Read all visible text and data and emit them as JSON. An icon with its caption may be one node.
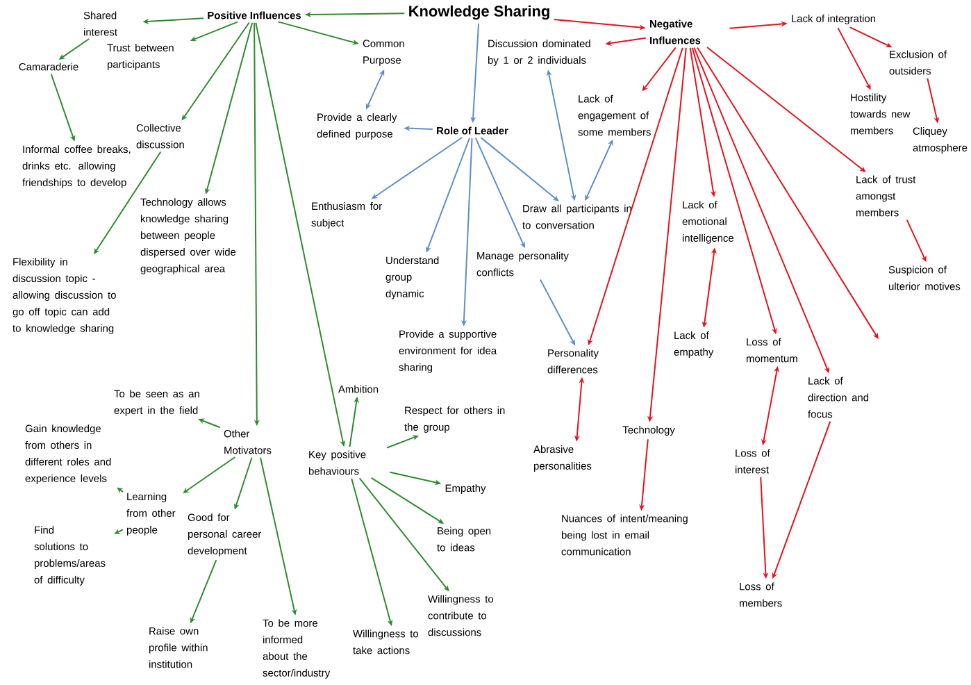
{
  "diagram": {
    "nodes": [
      {
        "text": [
          "Knowledge Sharing"
        ]
      },
      {
        "text": [
          "Positive Influences"
        ]
      },
      {
        "text": [
          "Shared interest"
        ]
      },
      {
        "text": [
          "Trust between participants"
        ]
      },
      {
        "text": [
          "Camaraderie"
        ]
      },
      {
        "text": [
          "Informal coffee breaks, drinks etc. allowing friendships to develop"
        ]
      },
      {
        "text": [
          "Collective discussion"
        ]
      },
      {
        "text": [
          "Technology allows knowledge sharing between people dispersed over wide geographical area"
        ]
      },
      {
        "text": [
          "Flexibility in discussion topic - allowing discussion to go off topic can add to knowledge sharing"
        ]
      },
      {
        "text": [
          "Common Purpose"
        ]
      },
      {
        "text": [
          "Provide a clearly defined purpose"
        ]
      },
      {
        "text": [
          "Role of Leader"
        ]
      },
      {
        "text": [
          "Enthusiasm for subject"
        ]
      },
      {
        "text": [
          "Understand group dynamic"
        ]
      },
      {
        "text": [
          "Manage personality conflicts"
        ]
      },
      {
        "text": [
          "Provide a supportive environment for idea sharing"
        ]
      },
      {
        "text": [
          "Discussion dominated by 1 or 2 individuals"
        ]
      },
      {
        "text": [
          "Draw all participants in to conversation"
        ]
      },
      {
        "text": [
          "Negative Influences"
        ]
      },
      {
        "text": [
          "Lack of engagement of some members"
        ]
      },
      {
        "text": [
          "Lack of integration"
        ]
      },
      {
        "text": [
          "Exclusion of outsiders"
        ]
      },
      {
        "text": [
          "Hostility towards new members"
        ]
      },
      {
        "text": [
          "Cliquey atmosphere"
        ]
      },
      {
        "text": [
          "Lack of trust amongst members"
        ]
      },
      {
        "text": [
          "Suspicion of ulterior motives"
        ]
      },
      {
        "text": [
          "Lack of emotional intelligence"
        ]
      },
      {
        "text": [
          "Lack of empathy"
        ]
      },
      {
        "text": [
          "Loss of momentum"
        ]
      },
      {
        "text": [
          "Lack of direction and focus"
        ]
      },
      {
        "text": [
          "Loss of interest"
        ]
      },
      {
        "text": [
          "Loss of members"
        ]
      },
      {
        "text": [
          "Personality differences"
        ]
      },
      {
        "text": [
          "Abrasive personalities"
        ]
      },
      {
        "text": [
          "Technology"
        ]
      },
      {
        "text": [
          "Nuances of intent/meaning being lost in email communication"
        ]
      },
      {
        "text": [
          "Other Motivators"
        ]
      },
      {
        "text": [
          "Key positive behaviours"
        ]
      },
      {
        "text": [
          "To be seen as an expert in the field"
        ]
      },
      {
        "text": [
          "Gain knowledge from others in different roles and experience levels"
        ]
      },
      {
        "text": [
          "Learning from other people"
        ]
      },
      {
        "text": [
          "Find solutions to problems/areas of difficulty"
        ]
      },
      {
        "text": [
          "Good for personal career development"
        ]
      },
      {
        "text": [
          "Raise own profile within institution"
        ]
      },
      {
        "text": [
          "To be more informed about the sector/industry"
        ]
      },
      {
        "text": [
          "Willingness to take actions"
        ]
      },
      {
        "text": [
          "Ambition"
        ]
      },
      {
        "text": [
          "Respect for others in the group"
        ]
      },
      {
        "text": [
          "Empathy"
        ]
      },
      {
        "text": [
          "Being open to ideas"
        ]
      },
      {
        "text": [
          "Willingness to contribute to discussions"
        ]
      }
    ],
    "edges": [
      {
        "from": 0,
        "to": 1,
        "arrow": "to"
      },
      {
        "from": 1,
        "to": 2,
        "arrow": "to"
      },
      {
        "from": 1,
        "to": 3,
        "arrow": "to"
      },
      {
        "from": 1,
        "to": 6,
        "arrow": "to"
      },
      {
        "from": 1,
        "to": 7,
        "arrow": "to"
      },
      {
        "from": 1,
        "to": 9,
        "arrow": "to"
      },
      {
        "from": 1,
        "to": 36,
        "arrow": "to"
      },
      {
        "from": 1,
        "to": 37,
        "arrow": "to"
      },
      {
        "from": 2,
        "to": 4,
        "arrow": "to"
      },
      {
        "from": 4,
        "to": 5,
        "arrow": "to"
      },
      {
        "from": 6,
        "to": 8,
        "arrow": "to"
      },
      {
        "from": 0,
        "to": 11,
        "arrow": "to",
        "color": "#5b8fc7"
      },
      {
        "from": 11,
        "to": 10,
        "arrow": "to",
        "color": "#5b8fc7"
      },
      {
        "from": 10,
        "to": 9,
        "arrow": "both",
        "color": "#5b8fc7"
      },
      {
        "from": 11,
        "to": 12,
        "arrow": "to",
        "color": "#5b8fc7"
      },
      {
        "from": 11,
        "to": 13,
        "arrow": "to",
        "color": "#5b8fc7"
      },
      {
        "from": 11,
        "to": 15,
        "arrow": "to",
        "color": "#5b8fc7"
      },
      {
        "from": 11,
        "to": 14,
        "arrow": "to",
        "color": "#5b8fc7"
      },
      {
        "from": 11,
        "to": 17,
        "arrow": "to",
        "color": "#5b8fc7"
      },
      {
        "from": 17,
        "to": 16,
        "arrow": "both",
        "color": "#5b8fc7"
      },
      {
        "from": 17,
        "to": 19,
        "arrow": "both",
        "color": "#5b8fc7"
      },
      {
        "from": 14,
        "to": 32,
        "arrow": "to",
        "color": "#5b8fc7"
      },
      {
        "from": 0,
        "to": 18,
        "arrow": "to",
        "color": "#e0141e"
      },
      {
        "from": 18,
        "to": 16,
        "arrow": "to",
        "color": "#e0141e"
      },
      {
        "from": 18,
        "to": 19,
        "arrow": "to",
        "color": "#e0141e"
      },
      {
        "from": 18,
        "to": 20,
        "arrow": "to",
        "color": "#e0141e"
      },
      {
        "from": 20,
        "to": 22,
        "arrow": "to",
        "color": "#e0141e"
      },
      {
        "from": 20,
        "to": 21,
        "arrow": "to",
        "color": "#e0141e"
      },
      {
        "from": 21,
        "to": 23,
        "arrow": "to",
        "color": "#e0141e"
      },
      {
        "from": 18,
        "to": 24,
        "arrow": "to",
        "color": "#e0141e"
      },
      {
        "from": 24,
        "to": 25,
        "arrow": "to",
        "color": "#e0141e"
      },
      {
        "from": 18,
        "to": 26,
        "arrow": "to",
        "color": "#e0141e"
      },
      {
        "from": 18,
        "to": 32,
        "arrow": "to",
        "color": "#e0141e"
      },
      {
        "from": 18,
        "to": 34,
        "arrow": "to",
        "color": "#e0141e"
      },
      {
        "from": 18,
        "to": 28,
        "arrow": "to",
        "color": "#e0141e"
      },
      {
        "from": 18,
        "to": 29,
        "arrow": "to",
        "color": "#e0141e"
      },
      {
        "from": 18,
        "to": null,
        "arrow": "to",
        "color": "#e0141e"
      },
      {
        "from": 26,
        "to": 27,
        "arrow": "both",
        "color": "#e0141e"
      },
      {
        "from": 28,
        "to": 30,
        "arrow": "both",
        "color": "#e0141e"
      },
      {
        "from": 30,
        "to": 31,
        "arrow": "to",
        "color": "#e0141e"
      },
      {
        "from": 29,
        "to": 31,
        "arrow": "to",
        "color": "#e0141e"
      },
      {
        "from": 32,
        "to": 33,
        "arrow": "both",
        "color": "#e0141e"
      },
      {
        "from": 34,
        "to": 35,
        "arrow": "to",
        "color": "#e0141e"
      },
      {
        "from": 36,
        "to": 38,
        "arrow": "to"
      },
      {
        "from": 36,
        "to": 40,
        "arrow": "to"
      },
      {
        "from": 36,
        "to": 42,
        "arrow": "to"
      },
      {
        "from": 36,
        "to": 44,
        "arrow": "to"
      },
      {
        "from": 40,
        "to": 39,
        "arrow": "to"
      },
      {
        "from": 40,
        "to": 41,
        "arrow": "to"
      },
      {
        "from": 42,
        "to": 43,
        "arrow": "to"
      },
      {
        "from": 37,
        "to": 46,
        "arrow": "to"
      },
      {
        "from": 37,
        "to": 47,
        "arrow": "to"
      },
      {
        "from": 37,
        "to": 48,
        "arrow": "to"
      },
      {
        "from": 37,
        "to": 49,
        "arrow": "to"
      },
      {
        "from": 37,
        "to": 50,
        "arrow": "to"
      },
      {
        "from": 37,
        "to": 45,
        "arrow": "to"
      }
    ]
  }
}
